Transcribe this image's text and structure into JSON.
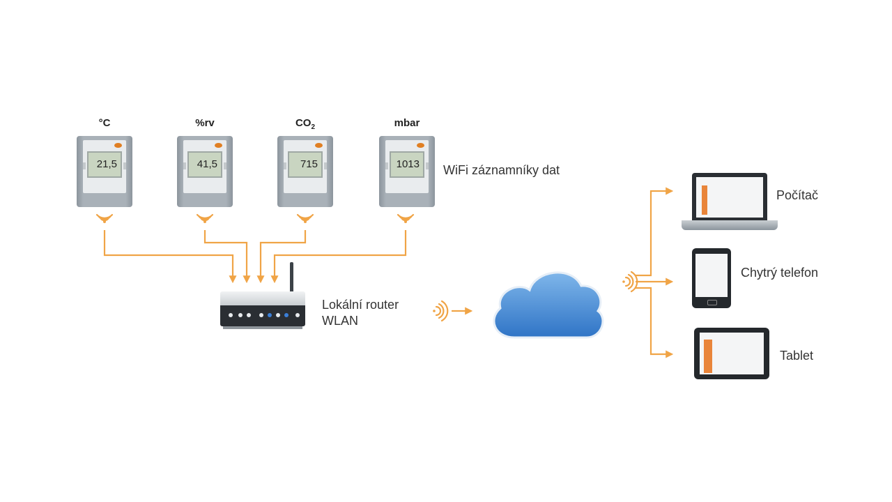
{
  "loggers": [
    {
      "unit": "°C",
      "reading": "21,5"
    },
    {
      "unit": "%rv",
      "reading": "41,5"
    },
    {
      "unit": "CO",
      "unit_sub": "2",
      "reading": "715"
    },
    {
      "unit": "mbar",
      "reading": "1013"
    }
  ],
  "labels": {
    "loggers": "WiFi záznamníky dat",
    "router_line1": "Lokální router",
    "router_line2": "WLAN",
    "computer": "Počítač",
    "phone": "Chytrý telefon",
    "tablet": "Tablet"
  },
  "colors": {
    "connector": "#f0a446",
    "logger_body": "#a9b1b8",
    "lcd": "#c9d5c1",
    "cloud": "#4a90d9",
    "router_led_active": "#3b7fd8"
  },
  "icons": [
    "wifi-signal-icon",
    "cloud-icon",
    "router-icon",
    "laptop-icon",
    "smartphone-icon",
    "tablet-icon"
  ]
}
